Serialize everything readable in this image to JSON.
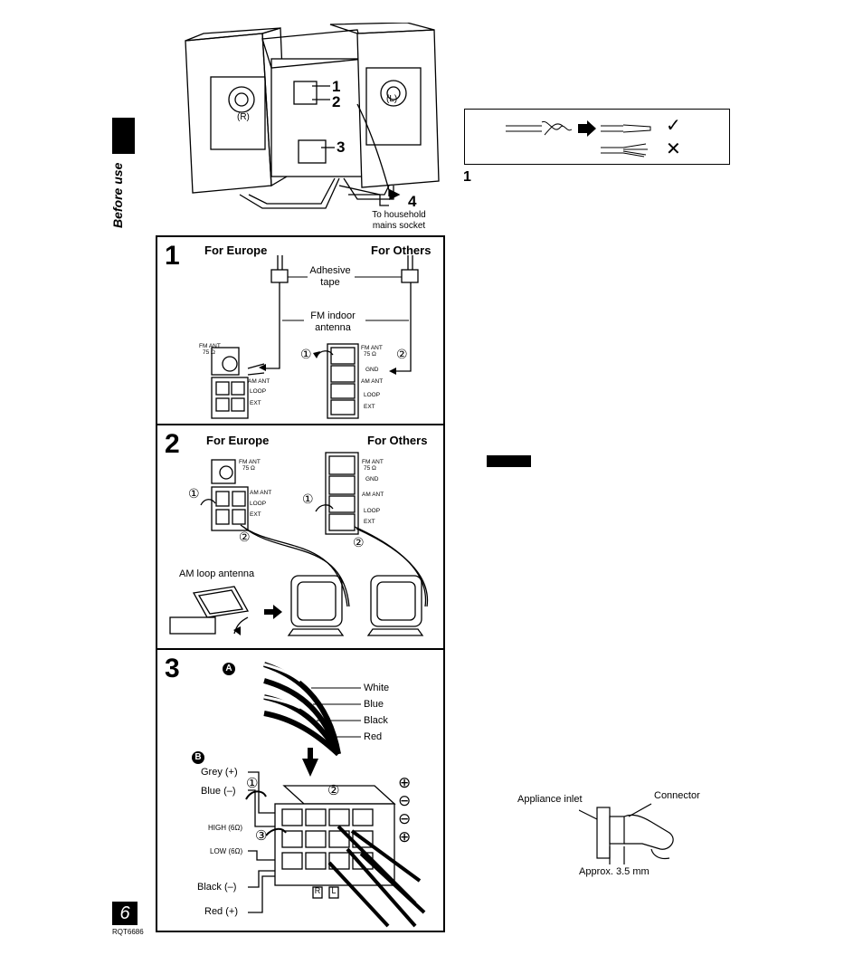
{
  "sidebar": {
    "section": "Before use",
    "page_number": "6",
    "doc_code": "RQT6686"
  },
  "overview": {
    "speaker_right": "(R)",
    "speaker_left": "(L)",
    "callouts": [
      "1",
      "2",
      "3",
      "4"
    ],
    "mains": "To household mains socket"
  },
  "wire_figure": {
    "step": "1",
    "ok_mark": "✓",
    "ng_mark": "✕"
  },
  "panel1": {
    "number": "1",
    "left_title": "For Europe",
    "right_title": "For Others",
    "adhesive": "Adhesive tape",
    "fm_antenna": "FM indoor antenna",
    "fm_ant": "FM ANT",
    "ohm": "75 Ω",
    "gnd": "GND",
    "am_ant": "AM ANT",
    "loop": "LOOP",
    "ext": "EXT",
    "step1": "①",
    "step2": "②"
  },
  "panel2": {
    "number": "2",
    "left_title": "For Europe",
    "right_title": "For Others",
    "fm_ant": "FM ANT",
    "ohm": "75 Ω",
    "gnd": "GND",
    "am_ant": "AM ANT",
    "loop": "LOOP",
    "ext": "EXT",
    "step1": "①",
    "step2": "②",
    "am_loop": "AM loop antenna"
  },
  "panel3": {
    "number": "3",
    "marker_a": "A",
    "marker_b": "B",
    "wires": [
      "White",
      "Blue",
      "Black",
      "Red"
    ],
    "terminals_left": [
      "Grey (+)",
      "Blue (–)",
      "HIGH (6Ω)",
      "LOW (6Ω)",
      "Black (–)",
      "Red (+)"
    ],
    "signs": [
      "⊕",
      "⊖",
      "⊖",
      "⊕"
    ],
    "step1": "①",
    "step2": "②",
    "step3": "③",
    "ch_r": "R",
    "ch_l": "L"
  },
  "inlet_figure": {
    "inlet": "Appliance inlet",
    "connector": "Connector",
    "gap": "Approx. 3.5 mm"
  }
}
